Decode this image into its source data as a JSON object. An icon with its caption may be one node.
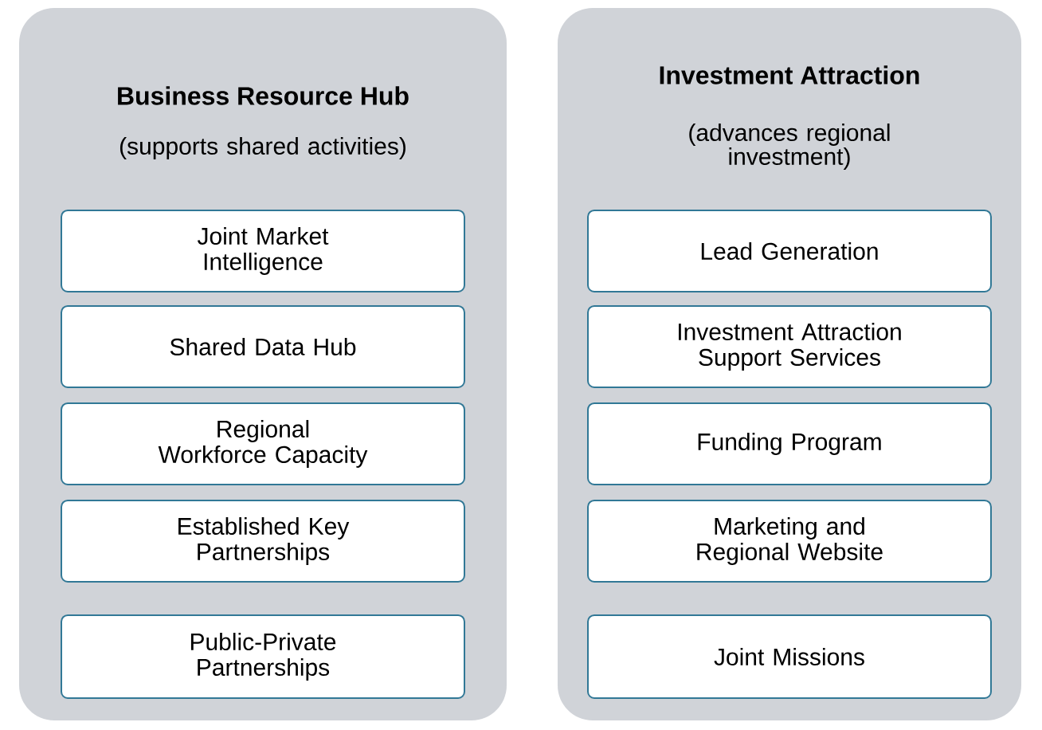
{
  "diagram": {
    "nodes": [
      {
        "text": [
          "Business Resource Hub",
          "(supports shared activities)"
        ]
      },
      {
        "text": [
          "Joint Market Intelligence"
        ],
        "in": 0
      },
      {
        "text": [
          "Shared Data Hub"
        ],
        "in": 0
      },
      {
        "text": [
          "Regional Workforce Capacity"
        ],
        "in": 0
      },
      {
        "text": [
          "Established Key Partnerships"
        ],
        "in": 0
      },
      {
        "text": [
          "Public-Private Partnerships"
        ],
        "in": 0
      },
      {
        "text": [
          "Investment Attraction",
          "(advances regional investment)"
        ]
      },
      {
        "text": [
          "Lead Generation"
        ],
        "in": 6
      },
      {
        "text": [
          "Investment Attraction Support Services"
        ],
        "in": 6
      },
      {
        "text": [
          "Funding Program"
        ],
        "in": 6
      },
      {
        "text": [
          "Marketing and Regional Website"
        ],
        "in": 6
      },
      {
        "text": [
          "Joint Missions"
        ],
        "in": 6
      }
    ]
  }
}
